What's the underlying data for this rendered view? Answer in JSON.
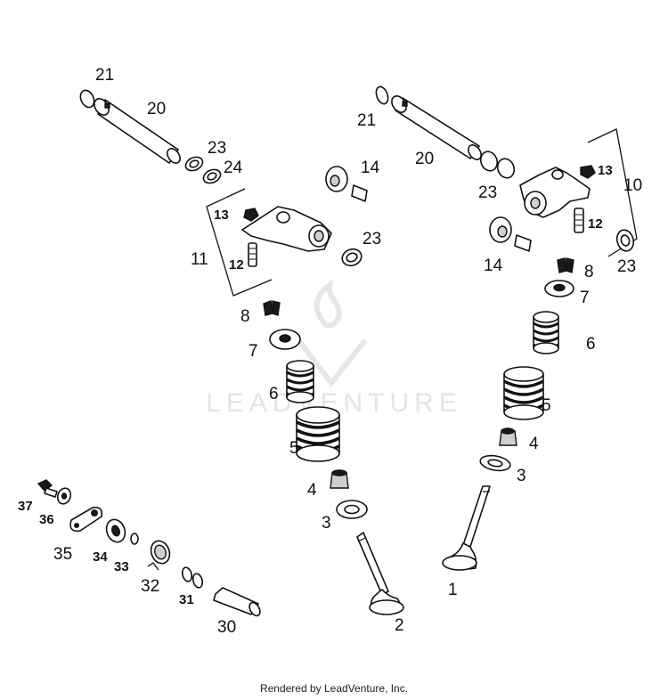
{
  "watermark": {
    "text": "LEADVENTURE"
  },
  "footer": {
    "text": "Rendered by LeadVenture, Inc."
  },
  "labels": {
    "l21a": "21",
    "l20a": "20",
    "l23a": "23",
    "l24": "24",
    "l13a": "13",
    "l11": "11",
    "l12a": "12",
    "l14a": "14",
    "l23b": "23",
    "l21b": "21",
    "l20b": "20",
    "l23c": "23",
    "l13b": "13",
    "l10": "10",
    "l12b": "12",
    "l14b": "14",
    "l23d": "23",
    "l8a": "8",
    "l7a": "7",
    "l6a": "6",
    "l5a": "5",
    "l4a": "4",
    "l3a": "3",
    "l8b": "8",
    "l7b": "7",
    "l6b": "6",
    "l5b": "5",
    "l4b": "4",
    "l3b": "3",
    "l1": "1",
    "l2": "2",
    "l37": "37",
    "l36": "36",
    "l35": "35",
    "l34": "34",
    "l33": "33",
    "l32": "32",
    "l31": "31",
    "l30": "30"
  }
}
